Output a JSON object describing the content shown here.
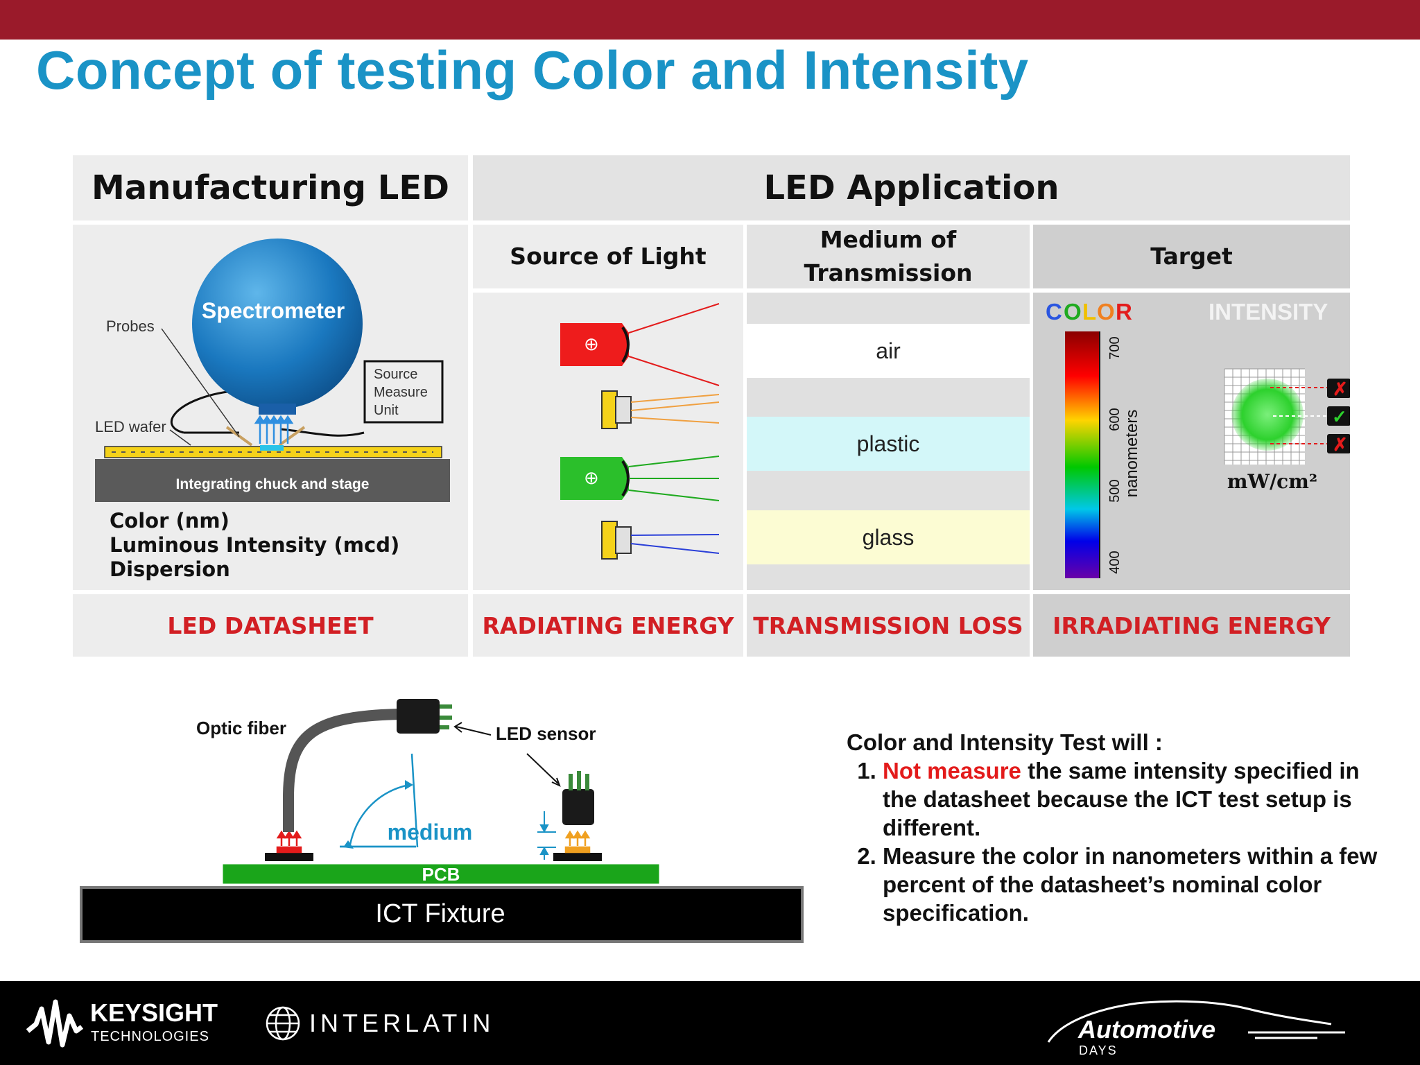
{
  "title": "Concept of testing Color and Intensity",
  "table": {
    "manufacturing_header": "Manufacturing LED",
    "application_header": "LED Application",
    "col_source": "Source of Light",
    "col_medium_line1": "Medium of",
    "col_medium_line2": "Transmission",
    "col_target": "Target",
    "manufacturing": {
      "spectrometer": "Spectrometer",
      "probes": "Probes",
      "smu_line1": "Source",
      "smu_line2": "Measure",
      "smu_line3": "Unit",
      "led_wafer": "LED wafer",
      "chuck": "Integrating chuck and stage",
      "specs": [
        "Color (nm)",
        "Luminous Intensity  (mcd)",
        "Dispersion"
      ]
    },
    "media": [
      "air",
      "plastic",
      "glass"
    ],
    "target": {
      "color_letters": [
        "C",
        "O",
        "L",
        "O",
        "R"
      ],
      "intensity_label": "INTENSITY",
      "scale_ticks": [
        "700",
        "600",
        "500",
        "400"
      ],
      "scale_unit": "nanometers",
      "intensity_unit": "mW/cm²"
    },
    "footer_labels": [
      "LED DATASHEET",
      "RADIATING ENERGY",
      "TRANSMISSION LOSS",
      "IRRADIATING ENERGY"
    ]
  },
  "fixture": {
    "optic_fiber": "Optic fiber",
    "led_sensor": "LED sensor",
    "medium": "medium",
    "pcb": "PCB",
    "ict": "ICT Fixture"
  },
  "test": {
    "intro": "Color and Intensity Test will :",
    "item1_highlight": "Not measure",
    "item1_rest": " the same intensity specified in the datasheet because the ICT test setup is different.",
    "item2": "Measure the color in nanometers within a few percent of the datasheet’s nominal color specification."
  },
  "footer": {
    "keysight_line1": "KEYSIGHT",
    "keysight_line2": "TECHNOLOGIES",
    "interlatin": "INTERLATIN",
    "automotive": "Automotive",
    "days": "DAYS"
  },
  "colors": {
    "top_bar": "#9a1a2a",
    "title": "#1a93c6",
    "label_red": "#d21f24",
    "panel_light": "#ededed",
    "panel_dark": "#cfcfcf",
    "pcb_green": "#1aa51a",
    "accent_blue": "#1a93c6"
  }
}
